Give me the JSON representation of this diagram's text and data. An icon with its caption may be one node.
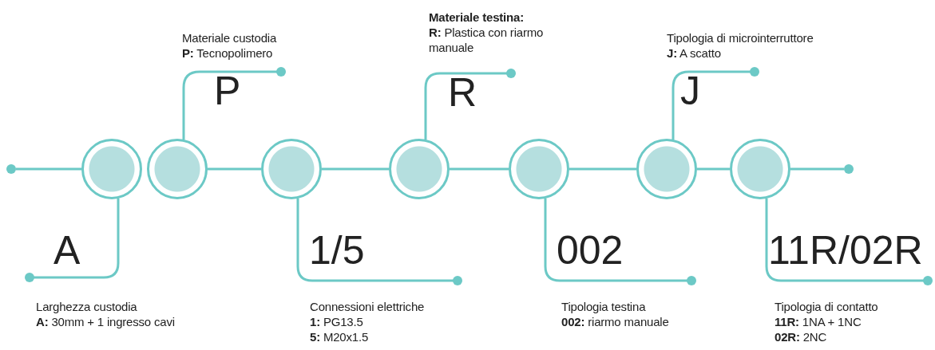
{
  "diagram": {
    "nodes": [
      {
        "text": [],
        "shape": "circle"
      },
      {
        "text": [],
        "shape": "circle"
      },
      {
        "text": [],
        "shape": "circle"
      },
      {
        "text": [],
        "shape": "circle"
      },
      {
        "text": [],
        "shape": "circle"
      },
      {
        "text": [],
        "shape": "circle"
      },
      {
        "text": [],
        "shape": "circle"
      },
      {
        "text": [],
        "shape": "circle"
      },
      {
        "text": [],
        "shape": "circle"
      },
      {
        "text": [
          "A"
        ],
        "beside": [
          "Larghezza custodia",
          "**A:** 30mm + 1 ingresso cavi"
        ]
      },
      {
        "text": [
          "P"
        ],
        "beside": [
          "Materiale custodia",
          "**P:** Tecnopolimero"
        ]
      },
      {
        "text": [
          "1/5"
        ],
        "beside": [
          "Connessioni elettriche",
          "**1:** PG13.5",
          "**5:** M20x1.5"
        ]
      },
      {
        "text": [
          "R"
        ],
        "beside": [
          "Materiale testina:",
          "**R:** Plastica con riarmo manuale"
        ]
      },
      {
        "text": [
          "002"
        ],
        "beside": [
          "Tipologia testina",
          "**002:** riarmo manuale"
        ]
      },
      {
        "text": [
          "J"
        ],
        "beside": [
          "Tipologia di microinterruttore",
          "**J:** A scatto"
        ]
      },
      {
        "text": [
          "11R/02R"
        ],
        "beside": [
          "Tipologia di contatto",
          "**11R:** 1NA + 1NC",
          "**02R:** 2NC"
        ]
      }
    ],
    "edges": [
      {
        "from": 0,
        "to": 1,
        "arrow": "none"
      },
      {
        "from": 2,
        "to": 3,
        "arrow": "none"
      },
      {
        "from": 3,
        "to": 4,
        "arrow": "none"
      },
      {
        "from": 4,
        "to": 5,
        "arrow": "none"
      },
      {
        "from": 5,
        "to": 6,
        "arrow": "none"
      },
      {
        "from": 6,
        "to": 7,
        "arrow": "none"
      },
      {
        "from": 7,
        "to": 8,
        "arrow": "none"
      },
      {
        "from": 1,
        "to": 9,
        "arrow": "other"
      },
      {
        "from": 2,
        "to": 10,
        "arrow": "other"
      },
      {
        "from": 3,
        "to": 11,
        "arrow": "other"
      },
      {
        "from": 4,
        "to": 12,
        "arrow": "other"
      },
      {
        "from": 5,
        "to": 13,
        "arrow": "other"
      },
      {
        "from": 6,
        "to": 14,
        "arrow": "other"
      },
      {
        "from": 7,
        "to": 15,
        "arrow": "other"
      }
    ]
  }
}
